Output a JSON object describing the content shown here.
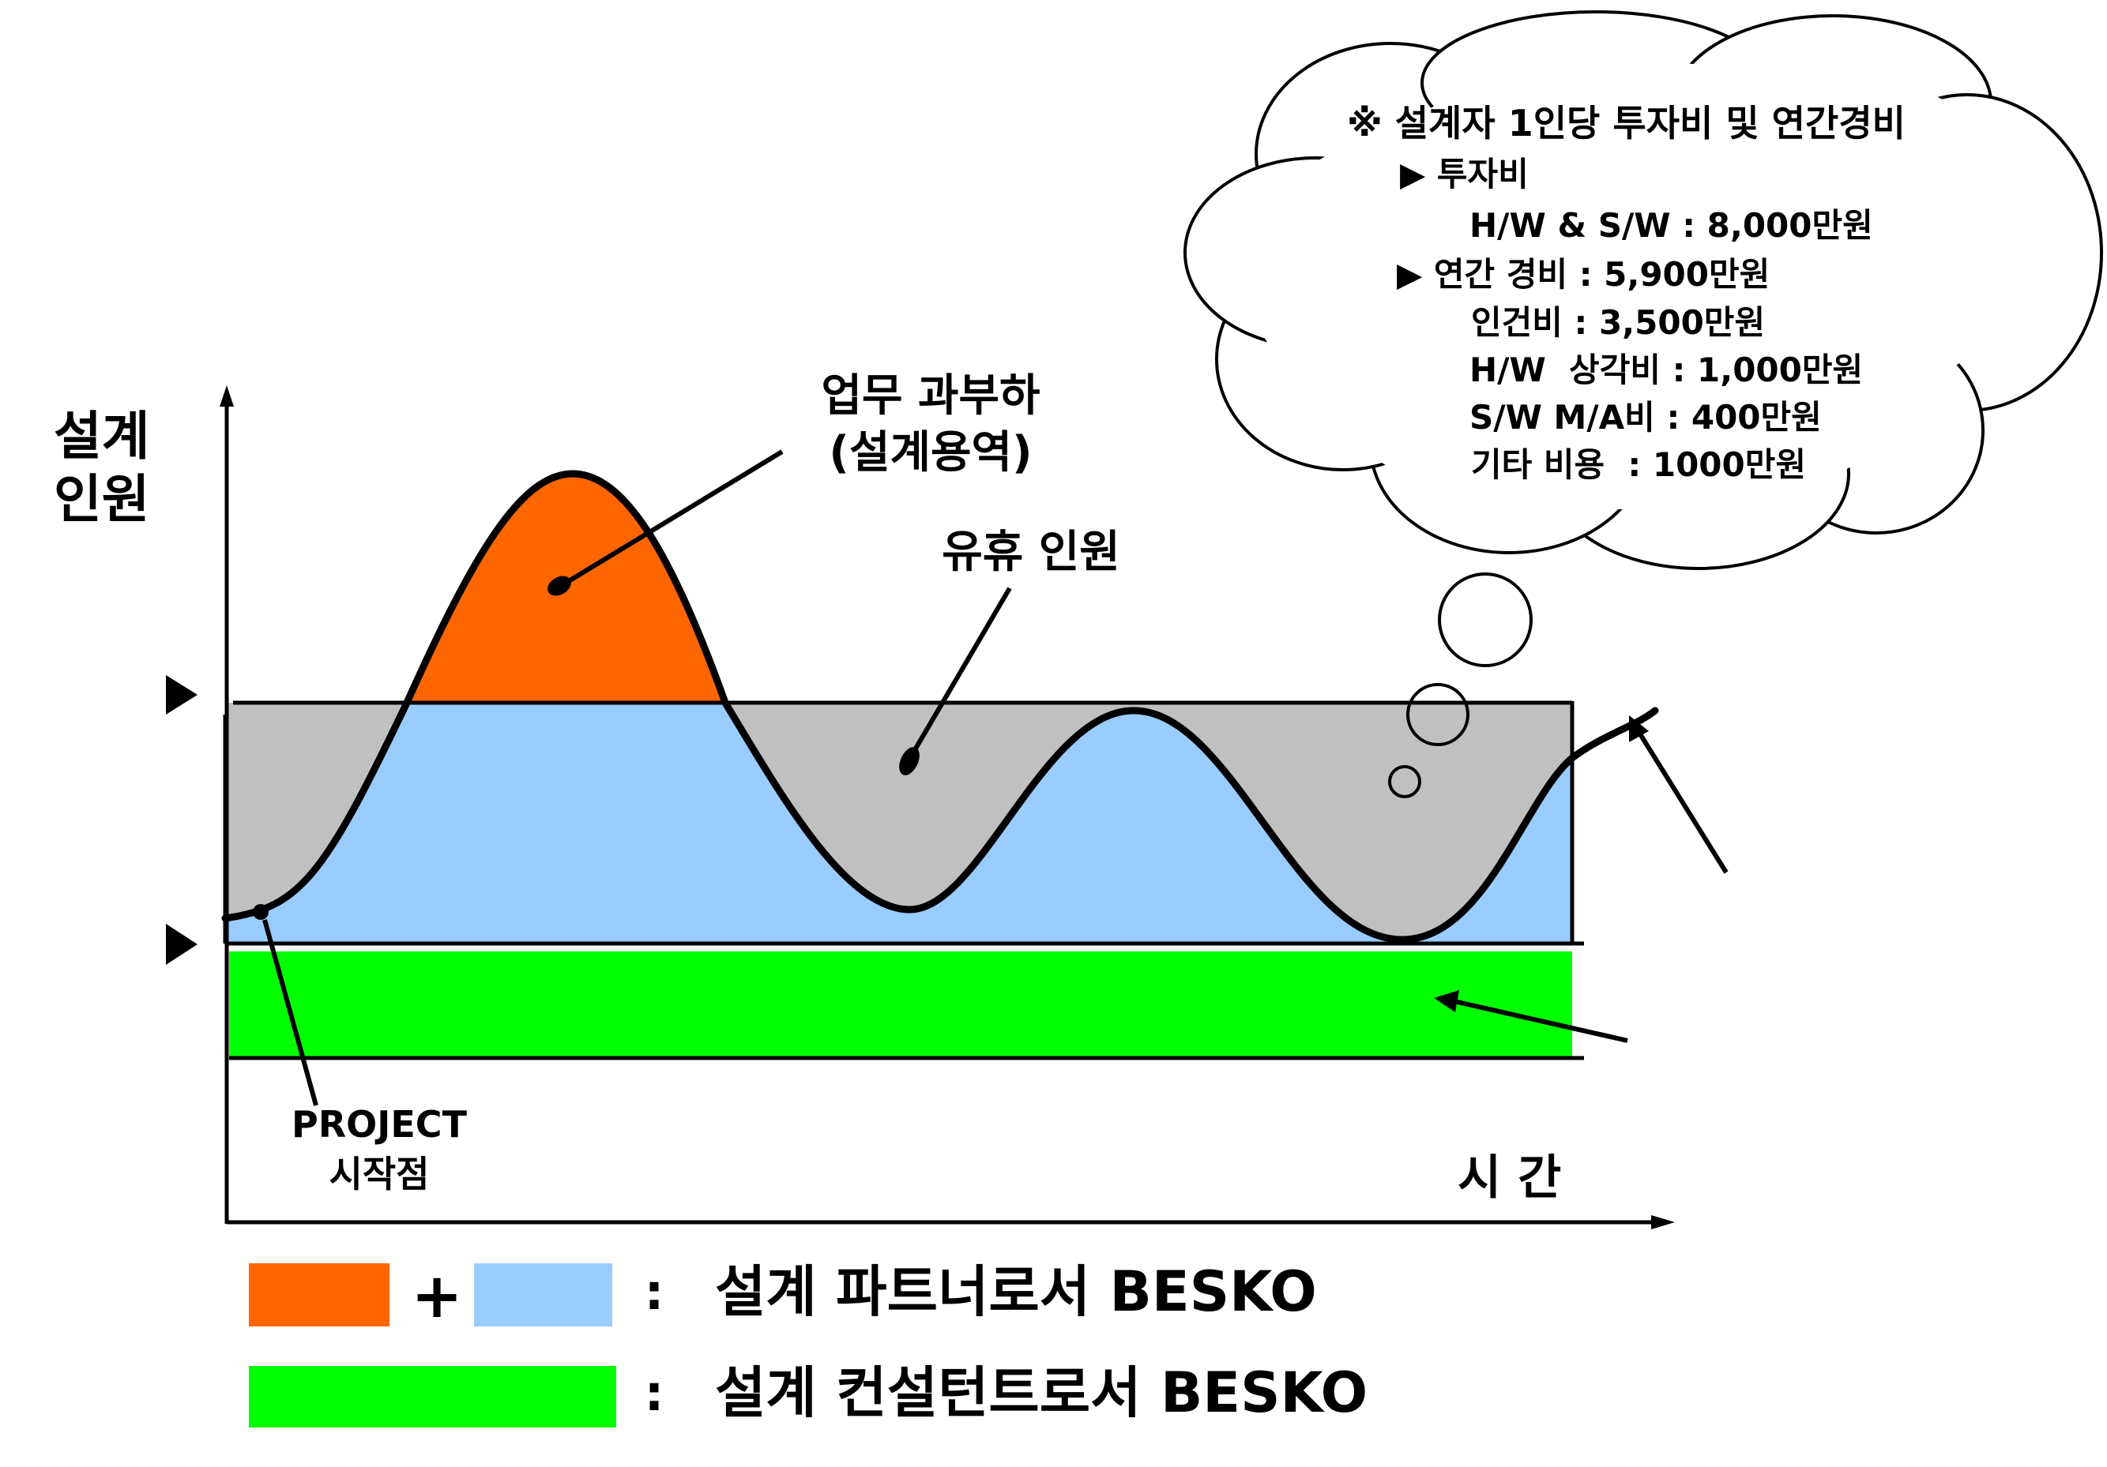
{
  "axes": {
    "y_label_line1": "설계",
    "y_label_line2": "인원",
    "x_label": "시 간"
  },
  "callouts": {
    "overload_line1": "업무 과부하",
    "overload_line2": "(설계용역)",
    "idle": "유휴 인원",
    "start_line1": "PROJECT",
    "start_line2": "시작점"
  },
  "cloud": {
    "title": "※ 설계자 1인당 투자비 및 연간경비",
    "invest_header": "▶ 투자비",
    "invest_hw_sw": "H/W & S/W : 8,000만원",
    "annual_header": "▶ 연간 경비 : 5,900만원",
    "labor": "인건비 : 3,500만원",
    "hw_depr": "H/W  상각비 : 1,000만원",
    "sw_ma": "S/W M/A비 : 400만원",
    "other": "기타 비용  : 1000만원"
  },
  "legend": {
    "plus": "+",
    "colon1": ":",
    "partner": "설계 파트너로서 BESKO",
    "colon2": ":",
    "consultant": "설계 컨설턴트로서 BESKO"
  },
  "colors": {
    "overload": "#ff6600",
    "blue": "#99ccff",
    "gray": "#c0c0c0",
    "green": "#00ff00"
  }
}
